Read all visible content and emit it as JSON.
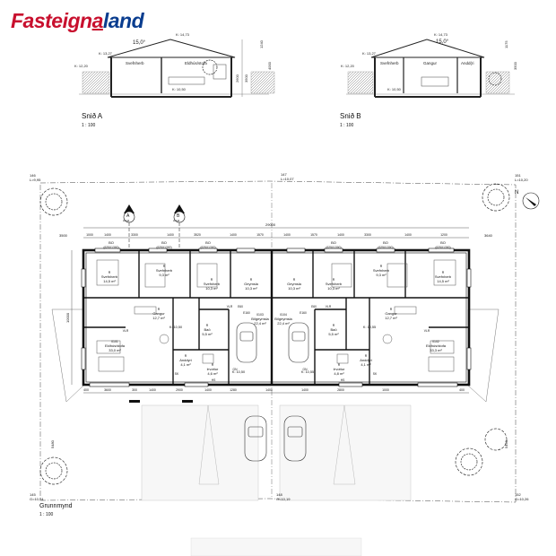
{
  "brand": {
    "part1": "Fasteign",
    "part2": "a",
    "part3": "land"
  },
  "section_a": {
    "title": "Snið A",
    "scale": "1 : 100",
    "roof_angle": "15,0°",
    "k_ridge": "K: 14,73",
    "k_eave": "K: 13,27",
    "k_ground": "K: 12,20",
    "k_floor": "K: 10,50",
    "room1": "Svefnherb",
    "room2": "Eldhús/stofa",
    "dims": [
      "1240",
      "4000",
      "2600",
      "3500"
    ]
  },
  "section_b": {
    "title": "Snið B",
    "scale": "1 : 100",
    "roof_angle": "15,0°",
    "k_ridge": "K: 14,73",
    "k_eave": "K: 13,27",
    "k_ground": "K: 12,20",
    "k_floor": "K: 10,50",
    "room1": "Svefnherb",
    "room2": "Gangur",
    "room3": "Andd(ri",
    "dims": [
      "1175",
      "3500"
    ]
  },
  "corners": {
    "tl": {
      "id": "146",
      "k": "L=9,95"
    },
    "tc": {
      "id": "147",
      "k": "L=10,07"
    },
    "tr": {
      "id": "151",
      "k": "L=10,20"
    },
    "bl": {
      "id": "145",
      "k": "G=10,04"
    },
    "bc": {
      "id": "148",
      "k": "G=10,19"
    },
    "br": {
      "id": "152",
      "k": "G=10,26"
    }
  },
  "section_markers": [
    {
      "letter": "A",
      "ref": "A-111"
    },
    {
      "letter": "B",
      "ref": "A-111"
    }
  ],
  "north_label": "N",
  "plan_title": "Grunnmynd",
  "plan_scale": "1 : 100",
  "overall_width": "29000",
  "overall_depth": "10000",
  "site_dims": [
    "3500",
    "3640",
    "5480",
    "5490"
  ],
  "top_dims": [
    "1000",
    "1400",
    "3300",
    "1400",
    "3520",
    "1400",
    "1570",
    "1400",
    "1570",
    "1400",
    "3300",
    "1400",
    "1200"
  ],
  "bottom_dims": [
    "400",
    "3600",
    "300",
    "1400",
    "2900",
    "1400",
    "1280",
    "1400",
    "1400",
    "2800",
    "1000",
    "400"
  ],
  "bo_labels": [
    {
      "t": "BO",
      "s": "(625X1300)"
    },
    {
      "t": "BO",
      "s": "(625X1300)"
    },
    {
      "t": "BO",
      "s": "(625X1300)"
    },
    {
      "t": "BO",
      "s": "(625X1300)"
    },
    {
      "t": "BO",
      "s": "(625X1300)"
    },
    {
      "t": "BO",
      "s": "(625X1300)"
    }
  ],
  "rooms": [
    {
      "r": "R",
      "name": "Svefnherb",
      "area": "14,5 m²"
    },
    {
      "r": "R",
      "name": "Svefnherb",
      "area": "9,3 m²"
    },
    {
      "r": "R",
      "name": "Svefnherb",
      "area": "10,3 m²"
    },
    {
      "r": "R",
      "name": "Geymsla",
      "area": "10,3 m²"
    },
    {
      "r": "R",
      "name": "Geymsla",
      "area": "10,3 m²"
    },
    {
      "r": "R",
      "name": "Svefnherb",
      "area": "10,3 m²"
    },
    {
      "r": "R",
      "name": "Svefnherb",
      "area": "9,3 m²"
    },
    {
      "r": "R",
      "name": "Svefnherb",
      "area": "14,5 m²"
    },
    {
      "r": "R",
      "name": "Gangur",
      "area": "12,7 m²"
    },
    {
      "r": "0101",
      "name": "Eldhús/stofa",
      "area": "33,0 m²"
    },
    {
      "r": "R",
      "name": "Baö",
      "area": "5,5 m²"
    },
    {
      "r": "0103",
      "name": "Bílgeymsla",
      "area": "22,4 m²"
    },
    {
      "r": "0104",
      "name": "Bílgeymsla",
      "area": "22,4 m²"
    },
    {
      "r": "R",
      "name": "Baö",
      "area": "5,5 m²"
    },
    {
      "r": "R",
      "name": "Gangur",
      "area": "12,7 m²"
    },
    {
      "r": "0102",
      "name": "Eldhús/stofa",
      "area": "33,3 m²"
    },
    {
      "r": "R",
      "name": "Anddyri",
      "area": "4,1 m²"
    },
    {
      "r": "R",
      "name": "Anddyri",
      "area": "4,1 m²"
    },
    {
      "r": "R",
      "name": "Þvottur",
      "area": "4,6 m²"
    },
    {
      "r": "R",
      "name": "Þvottur",
      "area": "4,8 m²"
    }
  ],
  "levels": [
    "K: 10,50",
    "K: 10,55",
    "K: 10,55",
    "K: 10,50"
  ],
  "tags": [
    "VLR",
    "VLR",
    "VLR",
    "VLR",
    "E60",
    "E60",
    "E160",
    "E160",
    "HS",
    "HS",
    "GN",
    "GN",
    "SK",
    "SK"
  ]
}
